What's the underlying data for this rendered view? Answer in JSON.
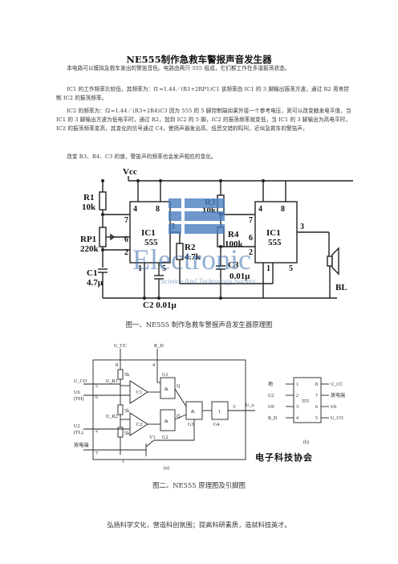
{
  "title": "NE555制作急救车警报声音发生器",
  "paragraphs": [
    "本电路可以模拟急救车发出的警笛音色。电路由两只 555 组成，它们都工作在多谐振荡状态。",
    "IC1 的工作频率比较低，其频率为：f1=1.44／(R1+2RP1)C1 该频率由 IC1 的 3 脚输出振荡方波，通过 R2 用来控制 IC2 的振荡频率。",
    "IC2 的频率为：f2=1.44／(R3+2R4)C3 因为 555 的 5 脚控制端如果外接一个参考电压，则可以改变触发电平值，当 IC1 的 3 脚输出方波为低电平时，通过 R2，加到 IC2 的 5 脚，IC2 的振荡频率就变低，当 IC1 的 3 脚输出为高电平时，IC2 的振荡频率变高，其变化的信号通过 C4，使扬声器发出高、低音交错的鸣叫，近似急救车的警笛声。",
    "改变 R3、R4、C3 的值，警笛声的频率也会发声相应的变化。"
  ],
  "figure1": {
    "caption": "图一、NE555 制作急救车警报声音发生器原理图",
    "vcc": "Vcc",
    "labels": {
      "r1": "R1",
      "r1v": "10k",
      "rp1": "RP1",
      "rp1v": "220k",
      "c1": "C1",
      "c1v": "4.7μ",
      "ic1": "IC1",
      "ic1b": "555",
      "r2": "R2",
      "r2v": "4.7k",
      "c2": "C2 0.01μ",
      "r3": "R3",
      "r3v": "10k",
      "r4": "R4",
      "r4v": "100k",
      "c3": "C3",
      "c3v": "0.01μ",
      "ic2": "IC1",
      "ic2b": "555",
      "bl": "BL",
      "p4": "4",
      "p8": "8",
      "p7": "7",
      "p6": "6",
      "p2": "2",
      "p1": "1",
      "p5": "5",
      "p3": "3",
      "q4": "4",
      "q8": "8",
      "q7": "7",
      "q6": "6",
      "q2": "2",
      "q1": "1",
      "q5": "5",
      "q3": "3"
    },
    "watermark": {
      "main": "Electronic",
      "sub": "Science And Technology Society"
    }
  },
  "figure2": {
    "caption": "图二、NE555 原理图及引脚图",
    "left": {
      "ucc": "U_CC",
      "rd": "R_D",
      "p8": "8",
      "p4": "4",
      "r1": "5k",
      "r2": "5k",
      "r3": "5k",
      "ur1": "U_R1",
      "ur2": "U_R2",
      "c1": "C1",
      "c2": "C2",
      "u6": "U6",
      "th": "(TH)",
      "u2": "U2",
      "tl": "(TL)",
      "uco": "U_CO",
      "p5": "5",
      "p6": "6",
      "p2": "2",
      "p7": "7",
      "p3": "3",
      "p1": "1",
      "g1": "G1",
      "g2": "G2",
      "g3": "G3",
      "g4": "G4",
      "and": "&",
      "one": "1",
      "q": "Q",
      "qbar": "Q̄",
      "discharge": "放电端",
      "v1": "V1",
      "uo": "U_o",
      "label": "(a)"
    },
    "right": {
      "pins_left": [
        "地",
        "U2",
        "U0",
        "R_D"
      ],
      "nums_left": [
        "1",
        "2",
        "3",
        "4"
      ],
      "nums_right": [
        "8",
        "7",
        "6",
        "5"
      ],
      "pins_right": [
        "U_CC",
        "放电端",
        "U6",
        "U_CO"
      ],
      "chip": "555",
      "label": "(b)"
    },
    "brand": "电子科技协会"
  },
  "footer": "弘扬科学文化，营造科创氛围；提高科研素质，造就科技英才。"
}
